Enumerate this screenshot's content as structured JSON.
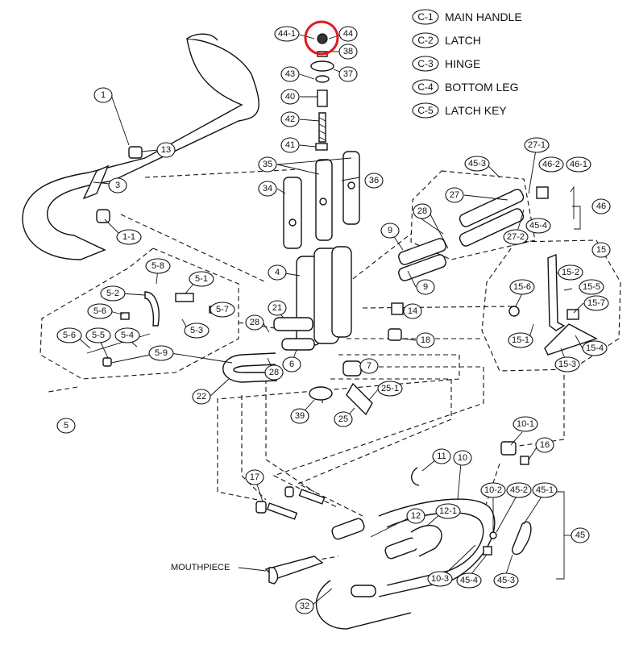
{
  "legend": [
    {
      "code": "C-1",
      "label": "MAIN HANDLE"
    },
    {
      "code": "C-2",
      "label": "LATCH"
    },
    {
      "code": "C-3",
      "label": "HINGE"
    },
    {
      "code": "C-4",
      "label": "BOTTOM   LEG"
    },
    {
      "code": "C-5",
      "label": "LATCH KEY"
    }
  ],
  "mouthpiece_label": "MOUTHPIECE",
  "highlight_color": "#e0191f",
  "callouts": {
    "c44_1": "44-1",
    "c44": "44",
    "c38": "38",
    "c43": "43",
    "c37": "37",
    "c40": "40",
    "c42": "42",
    "c41": "41",
    "c35": "35",
    "c36": "36",
    "c34": "34",
    "c1": "1",
    "c13": "13",
    "c3": "3",
    "c1_1": "1-1",
    "c45_3": "45-3",
    "c27_1": "27-1",
    "c46_2": "46-2",
    "c46_1": "46-1",
    "c27": "27",
    "c46": "46",
    "c45_4": "45-4",
    "c28a": "28",
    "c27_2": "27-2",
    "c9a": "9",
    "c9b": "9",
    "c15": "15",
    "c15_2": "15-2",
    "c15_5": "15-5",
    "c15_6": "15-6",
    "c15_7": "15-7",
    "c15_1": "15-1",
    "c15_4": "15-4",
    "c15_3": "15-3",
    "c4": "4",
    "c5_8": "5-8",
    "c5_1": "5-1",
    "c5_2": "5-2",
    "c5_7": "5-7",
    "c5_6a": "5-6",
    "c5_3": "5-3",
    "c5_6b": "5-6",
    "c5_5": "5-5",
    "c5_4": "5-4",
    "c5_9": "5-9",
    "c5": "5",
    "c21": "21",
    "c28b": "28",
    "c6": "6",
    "c28c": "28",
    "c14": "14",
    "c18": "18",
    "c7": "7",
    "c22": "22",
    "c25_1": "25-1",
    "c39": "39",
    "c25": "25",
    "c10_1": "10-1",
    "c16": "16",
    "c11": "11",
    "c10": "10",
    "c17": "17",
    "c12": "12",
    "c12_1": "12-1",
    "c10_2": "10-2",
    "c45_2": "45-2",
    "c45_1": "45-1",
    "c45": "45",
    "c10_3": "10-3",
    "c45_4b": "45-4",
    "c45_3b": "45-3",
    "c32": "32"
  }
}
